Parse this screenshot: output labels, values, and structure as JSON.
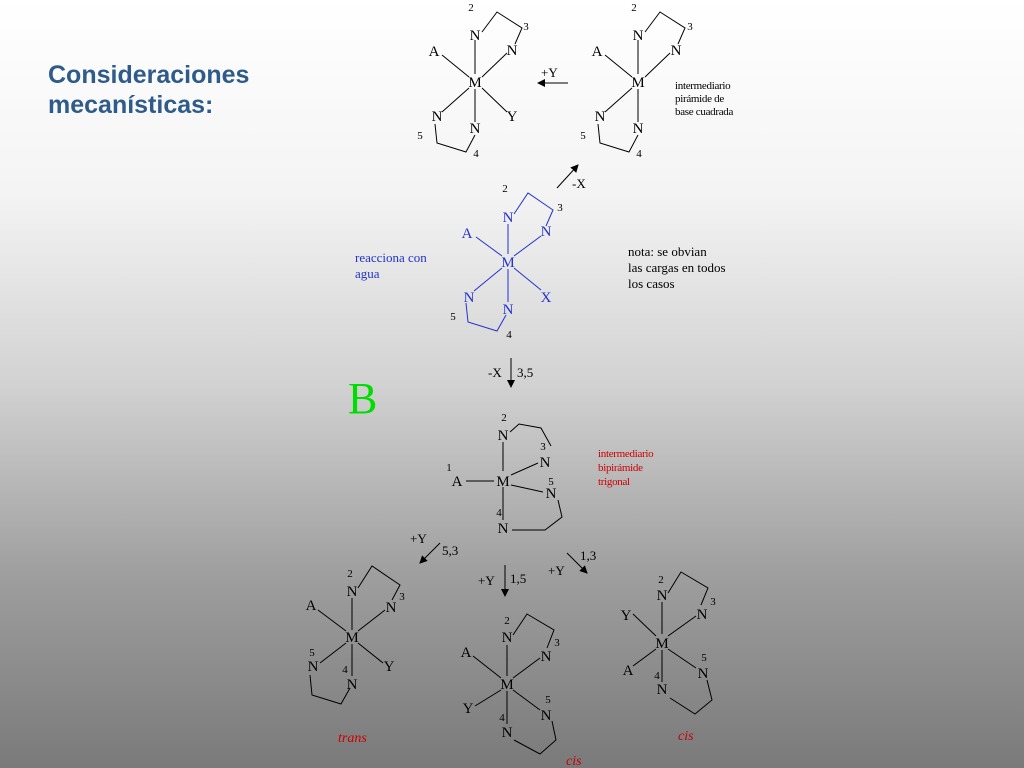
{
  "title": {
    "line1": "Consideraciones",
    "line2": "mecanísticas:"
  },
  "labels": {
    "big_b": "B",
    "reacciona_1": "reacciona con",
    "reacciona_2": "agua",
    "nota_1": "nota: se obvian",
    "nota_2": "las cargas en todos",
    "nota_3": "los casos",
    "sqpy_1": "intermediario",
    "sqpy_2": "pirámide de",
    "sqpy_3": "base cuadrada",
    "tbp_1": "intermediario",
    "tbp_2": "bipirámide",
    "tbp_3": "trigonal",
    "trans": "trans",
    "cis": "cis"
  },
  "arrows": {
    "plus_y": "+Y",
    "minus_x": "-X",
    "pos_35": "3,5",
    "pos_53": "5,3",
    "pos_15": "1,5",
    "pos_13": "1,3"
  },
  "atoms": {
    "metal": "M",
    "nitrogen": "N",
    "ligand_a": "A",
    "ligand_x": "X",
    "ligand_y": "Y"
  },
  "positions": {
    "p1": "1",
    "p2": "2",
    "p3": "3",
    "p4": "4",
    "p5": "5"
  },
  "colors": {
    "title": "#2e5b8a",
    "big_b": "#00dd00",
    "red_label": "#cc0000",
    "blue_structure": "#2233cc",
    "background_top": "#ffffff",
    "background_bottom": "#7a7a7a"
  }
}
